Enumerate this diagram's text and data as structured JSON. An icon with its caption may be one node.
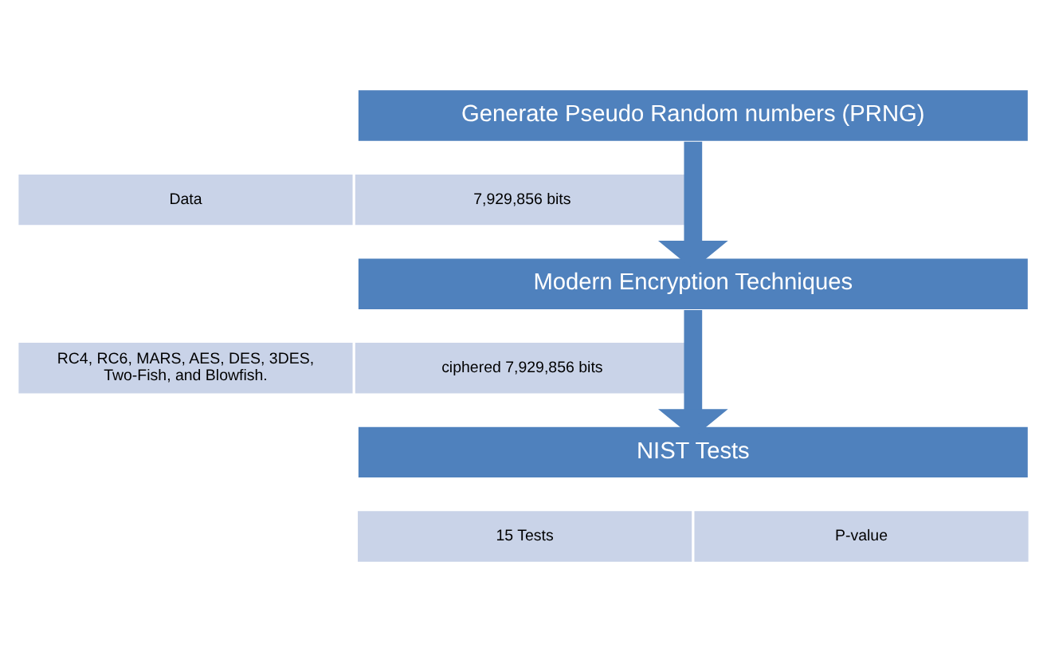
{
  "diagram": {
    "nodes": [
      {
        "text": [
          "Generate Pseudo Random numbers (PRNG)"
        ]
      },
      {
        "text": [
          "Data"
        ]
      },
      {
        "text": [
          "7,929,856 bits"
        ]
      },
      {
        "text": [
          "Modern Encryption Techniques"
        ]
      },
      {
        "text": [
          "RC4, RC6, MARS, AES, DES, 3DES, Two-Fish, and Blowfish."
        ]
      },
      {
        "text": [
          "ciphered 7,929,856 bits"
        ]
      },
      {
        "text": [
          "NIST Tests"
        ]
      },
      {
        "text": [
          "15 Tests"
        ]
      },
      {
        "text": [
          "P-value"
        ]
      }
    ],
    "edges": [
      {
        "from": 0,
        "to": 3,
        "arrow": "to"
      },
      {
        "from": 3,
        "to": 6,
        "arrow": "to"
      }
    ]
  }
}
